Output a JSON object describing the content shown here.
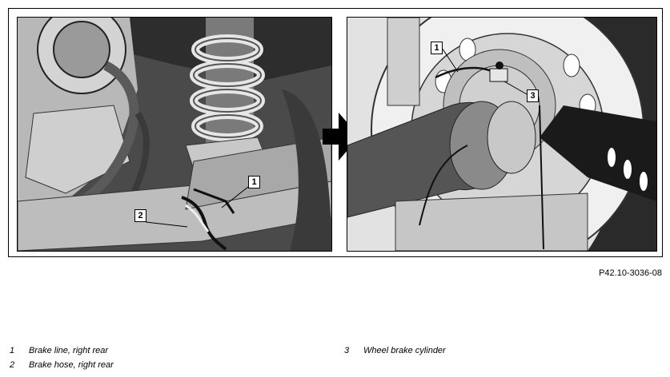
{
  "figure_id": "P42.10-3036-08",
  "callouts": {
    "left": [
      "1",
      "2"
    ],
    "right": [
      "1",
      "3"
    ]
  },
  "legend": [
    {
      "number": "1",
      "text": "Brake line, right rear"
    },
    {
      "number": "2",
      "text": "Brake hose, right rear"
    },
    {
      "number": "3",
      "text": "Wheel brake cylinder"
    }
  ]
}
